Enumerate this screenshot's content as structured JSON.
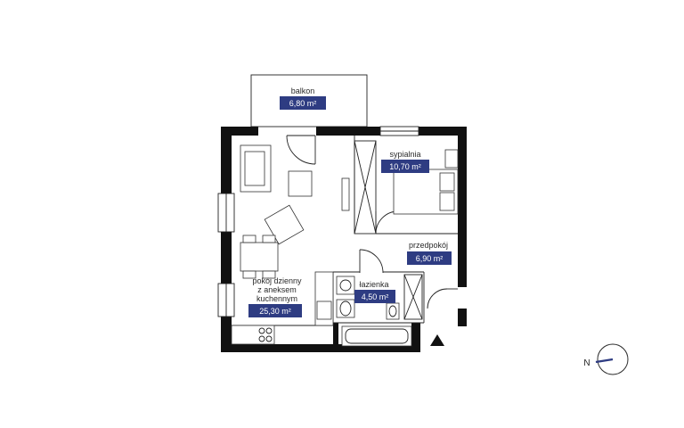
{
  "colors": {
    "badge": "#2e3c82",
    "wall": "#111111",
    "background": "#ffffff"
  },
  "rooms": {
    "balkon": {
      "name": "balkon",
      "area": "6,80 m²"
    },
    "sypialnia": {
      "name": "sypialnia",
      "area": "10,70 m²"
    },
    "przedpokoj": {
      "name": "przedpokój",
      "area": "6,90 m²"
    },
    "lazienka": {
      "name": "łazienka",
      "area": "4,50 m²"
    },
    "pokoj": {
      "name_lines": [
        "pokój dzienny",
        "z aneksem",
        "kuchennym"
      ],
      "area": "25,30 m²"
    }
  },
  "compass": {
    "letter": "N"
  },
  "entrance": {
    "icon": "entrance-triangle-icon"
  }
}
